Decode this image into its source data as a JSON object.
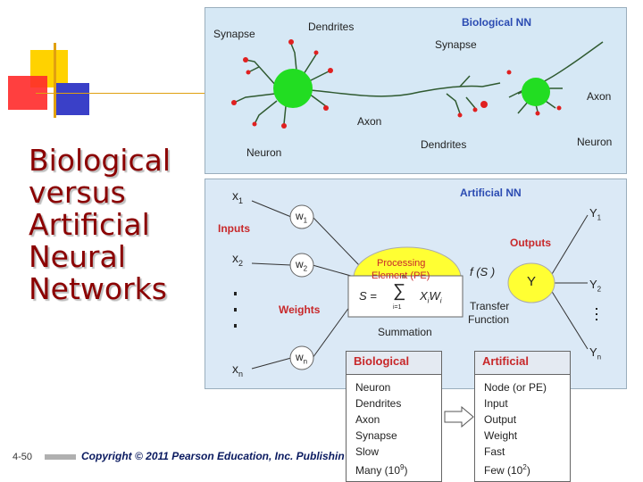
{
  "slide": {
    "title_lines": [
      "Biological",
      "versus",
      "Artificial",
      "Neural",
      "Networks"
    ],
    "slide_number": "4-50",
    "copyright": "Copyright © 2011 Pearson Education, Inc. Publishin"
  },
  "biological_nn": {
    "heading": "Biological NN",
    "labels": {
      "synapse_left": "Synapse",
      "dendrites_top": "Dendrites",
      "synapse_right": "Synapse",
      "axon_right": "Axon",
      "axon_mid": "Axon",
      "neuron_left": "Neuron",
      "dendrites_bottom": "Dendrites",
      "neuron_right": "Neuron"
    }
  },
  "artificial_nn": {
    "heading": "Artificial NN",
    "inputs": {
      "x1": "x",
      "x1_sub": "1",
      "x2": "x",
      "x2_sub": "2",
      "xn": "x",
      "xn_sub": "n"
    },
    "weights": {
      "w1": "w",
      "w1_sub": "1",
      "w2": "w",
      "w2_sub": "2",
      "wn": "w",
      "wn_sub": "n"
    },
    "inputs_label": "Inputs",
    "weights_label": "Weights",
    "outputs_label": "Outputs",
    "processing_element_line1": "Processing",
    "processing_element_line2": "Element (PE)",
    "summation_label": "Summation",
    "summation_formula_lhs": "S =",
    "summation_formula_rhs": "X",
    "summation_sub_i": "i",
    "summation_weight": "W",
    "summation_sub_i2": "i",
    "sum_upper": "n",
    "sum_lower": "i=1",
    "transfer_fn": "f (S )",
    "transfer_line1": "Transfer",
    "transfer_line2": "Function",
    "output_node": "Y",
    "outputs": {
      "y1": "Y",
      "y1_sub": "1",
      "y2": "Y",
      "y2_sub": "2",
      "yn": "Y",
      "yn_sub": "n"
    }
  },
  "comparison": {
    "biological": {
      "header": "Biological",
      "items": [
        "Neuron",
        "Dendrites",
        "Axon",
        "Synapse",
        "Slow"
      ],
      "last_prefix": "Many (10",
      "last_sup": "9",
      "last_suffix": ")"
    },
    "artificial": {
      "header": "Artificial",
      "items": [
        "Node (or PE)",
        "Input",
        "Output",
        "Weight",
        "Fast"
      ],
      "last_prefix": "Few (10",
      "last_sup": "2",
      "last_suffix": ")"
    }
  },
  "colors": {
    "title": "#8b0000",
    "heading_blue": "#2b4bb2",
    "label_red": "#c8282a",
    "neuron_green": "#22dd22",
    "pe_yellow": "#ffff33"
  }
}
